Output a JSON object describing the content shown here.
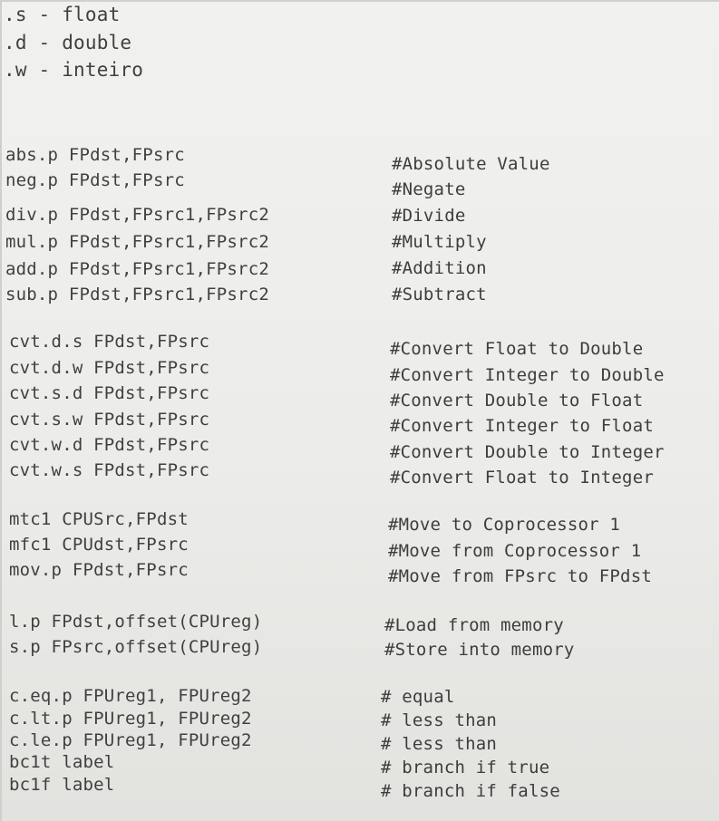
{
  "suffixes": [
    ".s - float",
    ".d - double",
    ".w - inteiro"
  ],
  "instructions": [
    {
      "code": "abs.p FPdst,FPsrc",
      "comment": "#Absolute Value"
    },
    {
      "code": "neg.p FPdst,FPsrc",
      "comment": "#Negate"
    },
    {
      "code": "div.p FPdst,FPsrc1,FPsrc2",
      "comment": "#Divide"
    },
    {
      "code": "mul.p FPdst,FPsrc1,FPsrc2",
      "comment": "#Multiply"
    },
    {
      "code": "add.p FPdst,FPsrc1,FPsrc2",
      "comment": "#Addition"
    },
    {
      "code": "sub.p FPdst,FPsrc1,FPsrc2",
      "comment": "#Subtract"
    },
    {
      "code": "cvt.d.s FPdst,FPsrc",
      "comment": "#Convert Float to Double"
    },
    {
      "code": "cvt.d.w FPdst,FPsrc",
      "comment": "#Convert Integer to Double"
    },
    {
      "code": "cvt.s.d FPdst,FPsrc",
      "comment": "#Convert Double to Float"
    },
    {
      "code": "cvt.s.w FPdst,FPsrc",
      "comment": "#Convert Integer to Float"
    },
    {
      "code": "cvt.w.d FPdst,FPsrc",
      "comment": "#Convert Double to Integer"
    },
    {
      "code": "cvt.w.s FPdst,FPsrc",
      "comment": "#Convert Float to Integer"
    },
    {
      "code": "mtc1 CPUSrc,FPdst",
      "comment": "#Move to Coprocessor 1"
    },
    {
      "code": "mfc1 CPUdst,FPsrc",
      "comment": "#Move from Coprocessor 1"
    },
    {
      "code": "mov.p FPdst,FPsrc",
      "comment": "#Move from FPsrc to FPdst"
    },
    {
      "code": "l.p FPdst,offset(CPUreg)",
      "comment": "#Load from memory"
    },
    {
      "code": "s.p FPsrc,offset(CPUreg)",
      "comment": "#Store into memory"
    },
    {
      "code": "c.eq.p FPUreg1, FPUreg2",
      "comment": "# equal"
    },
    {
      "code": "c.lt.p FPUreg1, FPUreg2",
      "comment": "# less than"
    },
    {
      "code": "c.le.p FPUreg1, FPUreg2",
      "comment": "# less than"
    },
    {
      "code": "bc1t label",
      "comment": "# branch if true"
    },
    {
      "code": "bc1f label",
      "comment": "# branch if false"
    }
  ]
}
